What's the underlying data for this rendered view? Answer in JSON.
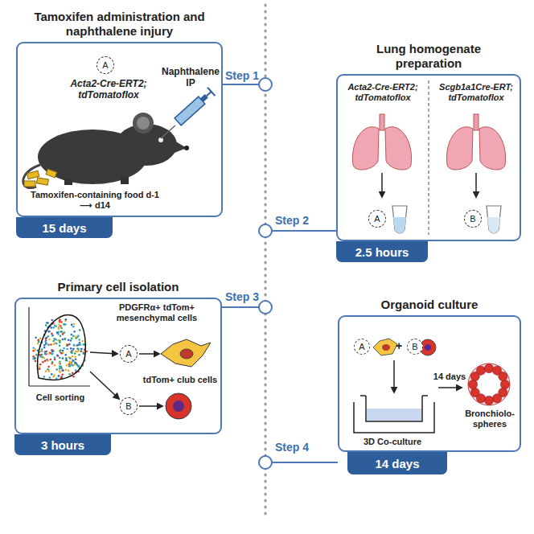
{
  "diagram": {
    "nodes": [
      {
        "text": [
          "Tamoxifen administration and naphthalene injury"
        ]
      },
      {
        "text": [
          "15 days"
        ],
        "in": 0
      },
      {
        "text": [
          "A"
        ],
        "in": 0
      },
      {
        "text": [
          "Lung homogenate preparation"
        ]
      },
      {
        "text": [
          "2.5 hours"
        ],
        "in": 3
      },
      {
        "text": [
          "A"
        ],
        "in": 3
      },
      {
        "text": [
          "B"
        ],
        "in": 3
      },
      {
        "text": [
          "Primary cell isolation"
        ]
      },
      {
        "text": [
          "3 hours"
        ],
        "in": 7
      },
      {
        "text": [
          "A"
        ],
        "in": 7
      },
      {
        "text": [
          "B"
        ],
        "in": 7
      },
      {
        "text": [
          "Organoid culture"
        ]
      },
      {
        "text": [
          "14 days"
        ],
        "in": 11
      },
      {
        "text": [
          "A"
        ],
        "in": 11
      },
      {
        "text": [
          "B"
        ],
        "in": 11
      }
    ],
    "labels": [
      "Step 1",
      "Acta2-Cre-ERT2; tdTomatoflox",
      "Naphthalene IP",
      "Tamoxifen-containing food d-1 ⟶ d14",
      "Step 2",
      "Acta2-Cre-ERT2; tdTomatoflox",
      "Scgb1a1Cre-ERT; tdTomatoflox",
      "Step 3",
      "PDGFRα+ tdTom+ mesenchymal cells",
      "Cell sorting",
      "tdTom+ club cells",
      "Step 4",
      "+",
      "14 days",
      "3D Co-culture",
      "Bronchiolo-spheres"
    ]
  }
}
